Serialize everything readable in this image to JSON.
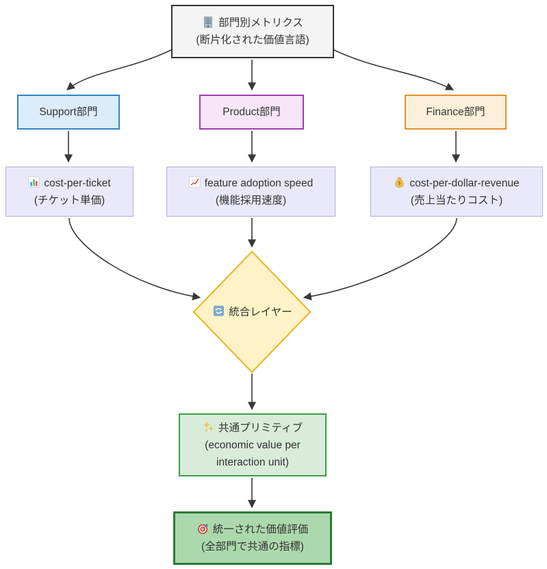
{
  "diagram_type": "flowchart",
  "nodes": {
    "source": {
      "icon": "building-icon",
      "lines": [
        "部門別メトリクス",
        "(断片化された価値言語)"
      ]
    },
    "support": {
      "label": "Support部門"
    },
    "product": {
      "label": "Product部門"
    },
    "finance": {
      "label": "Finance部門"
    },
    "support_metric": {
      "icon": "bar-chart-icon",
      "lines": [
        "cost-per-ticket",
        "(チケット単価)"
      ]
    },
    "product_metric": {
      "icon": "line-chart-icon",
      "lines": [
        "feature adoption speed",
        "(機能採用速度)"
      ]
    },
    "finance_metric": {
      "icon": "money-bag-icon",
      "lines": [
        "cost-per-dollar-revenue",
        "(売上当たりコスト)"
      ]
    },
    "integration": {
      "icon": "cycle-icon",
      "label": "統合レイヤー"
    },
    "primitive": {
      "icon": "sparkles-icon",
      "lines": [
        "共通プリミティブ",
        "(economic value per",
        "interaction unit)"
      ]
    },
    "unified": {
      "icon": "target-icon",
      "lines": [
        "統一された価値評価",
        "(全部門で共通の指標)"
      ]
    }
  },
  "edges": [
    {
      "from": "source",
      "to": "support"
    },
    {
      "from": "source",
      "to": "product"
    },
    {
      "from": "source",
      "to": "finance"
    },
    {
      "from": "support",
      "to": "support_metric"
    },
    {
      "from": "product",
      "to": "product_metric"
    },
    {
      "from": "finance",
      "to": "finance_metric"
    },
    {
      "from": "support_metric",
      "to": "integration"
    },
    {
      "from": "product_metric",
      "to": "integration"
    },
    {
      "from": "finance_metric",
      "to": "integration"
    },
    {
      "from": "integration",
      "to": "primitive"
    },
    {
      "from": "primitive",
      "to": "unified"
    }
  ],
  "colors": {
    "source_fill": "#f4f4f4",
    "source_border": "#333333",
    "support_fill": "#dbedfb",
    "support_border": "#2e86c8",
    "product_fill": "#f6e6f8",
    "product_border": "#a13ab6",
    "finance_fill": "#fdf0db",
    "finance_border": "#e3902f",
    "metric_fill": "#e9e9fb",
    "metric_border": "#b9abdb",
    "diamond_fill": "#fdf3c7",
    "diamond_border": "#edb72f",
    "primitive_fill": "#d9ecd9",
    "primitive_border": "#3d9c47",
    "unified_fill": "#abd9ad",
    "unified_border": "#2d7a35",
    "edge_stroke": "#383838",
    "text": "#333333"
  }
}
